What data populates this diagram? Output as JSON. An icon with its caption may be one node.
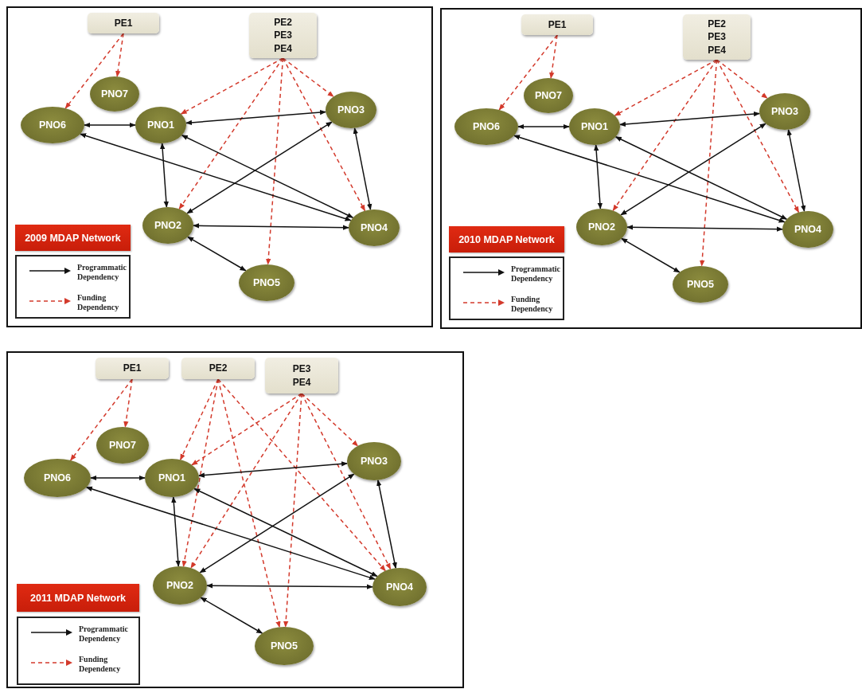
{
  "diagram": {
    "nodes": [
      {
        "text": [],
        "shape": "box"
      },
      {
        "text": [
          "PE1"
        ],
        "in": 0
      },
      {
        "text": [
          "PE2 PE3 PE4"
        ],
        "in": 0
      },
      {
        "text": [
          "PNO7"
        ],
        "in": 0
      },
      {
        "text": [
          "PNO6"
        ],
        "in": 0
      },
      {
        "text": [
          "PNO1"
        ],
        "in": 0
      },
      {
        "text": [
          "PNO3"
        ],
        "in": 0
      },
      {
        "text": [
          "PNO2"
        ],
        "in": 0
      },
      {
        "text": [
          "PNO4"
        ],
        "in": 0
      },
      {
        "text": [
          "2009 MDAP Network"
        ],
        "in": 0
      },
      {
        "text": [
          "PNO5"
        ],
        "in": 0
      },
      {
        "text": [],
        "shape": "box"
      },
      {
        "text": [
          "PE1"
        ],
        "in": 11
      },
      {
        "text": [
          "PE2 PE3 PE4"
        ],
        "in": 11
      },
      {
        "text": [
          "PNO7"
        ],
        "in": 11
      },
      {
        "text": [
          "PNO6"
        ],
        "in": 11
      },
      {
        "text": [
          "PNO1"
        ],
        "in": 11
      },
      {
        "text": [
          "PNO3"
        ],
        "in": 11
      },
      {
        "text": [
          "PNO2"
        ],
        "in": 11
      },
      {
        "text": [
          "PNO4"
        ],
        "in": 11
      },
      {
        "text": [
          "2010 MDAP Network"
        ],
        "in": 11
      },
      {
        "text": [
          "PNO5"
        ],
        "in": 11
      },
      {
        "text": [],
        "shape": "box"
      },
      {
        "text": [
          "PE1"
        ],
        "in": 22
      },
      {
        "text": [
          "PE2"
        ],
        "in": 22
      },
      {
        "text": [
          "PE3 PE4"
        ],
        "in": 22
      },
      {
        "text": [
          "PNO7"
        ],
        "in": 22
      },
      {
        "text": [
          "PNO6"
        ],
        "in": 22
      },
      {
        "text": [
          "PNO1"
        ],
        "in": 22
      },
      {
        "text": [
          "PNO3"
        ],
        "in": 22
      },
      {
        "text": [
          "PNO2"
        ],
        "in": 22
      },
      {
        "text": [
          "PNO4"
        ],
        "in": 22
      },
      {
        "text": [
          "2011 MDAP Network"
        ],
        "in": 22
      },
      {
        "text": [
          "PNO5"
        ],
        "in": 22
      }
    ],
    "edges": [
      {
        "from": 1,
        "to": 4,
        "arrow": "to",
        "style": "dashed",
        "color": "#d33a2c"
      },
      {
        "from": 1,
        "to": 3,
        "arrow": "to",
        "style": "dashed",
        "color": "#d33a2c"
      },
      {
        "from": 2,
        "to": 5,
        "arrow": "to",
        "style": "dashed",
        "color": "#d33a2c"
      },
      {
        "from": 2,
        "to": 6,
        "arrow": "to",
        "style": "dashed",
        "color": "#d33a2c"
      },
      {
        "from": 2,
        "to": 7,
        "arrow": "to",
        "style": "dashed",
        "color": "#d33a2c"
      },
      {
        "from": 2,
        "to": 10,
        "arrow": "to",
        "style": "dashed",
        "color": "#d33a2c"
      },
      {
        "from": 2,
        "to": 8,
        "arrow": "to",
        "style": "dashed",
        "color": "#d33a2c"
      },
      {
        "from": 4,
        "to": 5,
        "arrow": "both"
      },
      {
        "from": 5,
        "to": 6,
        "arrow": "both"
      },
      {
        "from": 4,
        "to": 8,
        "arrow": "both"
      },
      {
        "from": 5,
        "to": 8,
        "arrow": "both"
      },
      {
        "from": 5,
        "to": 7,
        "arrow": "both"
      },
      {
        "from": 7,
        "to": 6,
        "arrow": "both"
      },
      {
        "from": 6,
        "to": 8,
        "arrow": "both"
      },
      {
        "from": 7,
        "to": 8,
        "arrow": "both"
      },
      {
        "from": 7,
        "to": 10,
        "arrow": "both"
      },
      {
        "from": 12,
        "to": 15,
        "arrow": "to",
        "style": "dashed",
        "color": "#d33a2c"
      },
      {
        "from": 12,
        "to": 14,
        "arrow": "to",
        "style": "dashed",
        "color": "#d33a2c"
      },
      {
        "from": 13,
        "to": 16,
        "arrow": "to",
        "style": "dashed",
        "color": "#d33a2c"
      },
      {
        "from": 13,
        "to": 17,
        "arrow": "to",
        "style": "dashed",
        "color": "#d33a2c"
      },
      {
        "from": 13,
        "to": 18,
        "arrow": "to",
        "style": "dashed",
        "color": "#d33a2c"
      },
      {
        "from": 13,
        "to": 21,
        "arrow": "to",
        "style": "dashed",
        "color": "#d33a2c"
      },
      {
        "from": 13,
        "to": 19,
        "arrow": "to",
        "style": "dashed",
        "color": "#d33a2c"
      },
      {
        "from": 15,
        "to": 16,
        "arrow": "both"
      },
      {
        "from": 16,
        "to": 17,
        "arrow": "both"
      },
      {
        "from": 15,
        "to": 19,
        "arrow": "both"
      },
      {
        "from": 16,
        "to": 19,
        "arrow": "both"
      },
      {
        "from": 16,
        "to": 18,
        "arrow": "both"
      },
      {
        "from": 18,
        "to": 17,
        "arrow": "both"
      },
      {
        "from": 17,
        "to": 19,
        "arrow": "both"
      },
      {
        "from": 18,
        "to": 19,
        "arrow": "both"
      },
      {
        "from": 18,
        "to": 21,
        "arrow": "both"
      },
      {
        "from": 23,
        "to": 27,
        "arrow": "to",
        "style": "dashed",
        "color": "#d33a2c"
      },
      {
        "from": 23,
        "to": 26,
        "arrow": "to",
        "style": "dashed",
        "color": "#d33a2c"
      },
      {
        "from": 24,
        "to": 28,
        "arrow": "to",
        "style": "dashed",
        "color": "#d33a2c"
      },
      {
        "from": 24,
        "to": 30,
        "arrow": "to",
        "style": "dashed",
        "color": "#d33a2c"
      },
      {
        "from": 24,
        "to": 33,
        "arrow": "to",
        "style": "dashed",
        "color": "#d33a2c"
      },
      {
        "from": 24,
        "to": 31,
        "arrow": "to",
        "style": "dashed",
        "color": "#d33a2c"
      },
      {
        "from": 25,
        "to": 28,
        "arrow": "to",
        "style": "dashed",
        "color": "#d33a2c"
      },
      {
        "from": 25,
        "to": 29,
        "arrow": "to",
        "style": "dashed",
        "color": "#d33a2c"
      },
      {
        "from": 25,
        "to": 30,
        "arrow": "to",
        "style": "dashed",
        "color": "#d33a2c"
      },
      {
        "from": 25,
        "to": 33,
        "arrow": "to",
        "style": "dashed",
        "color": "#d33a2c"
      },
      {
        "from": 25,
        "to": 31,
        "arrow": "to",
        "style": "dashed",
        "color": "#d33a2c"
      },
      {
        "from": 27,
        "to": 28,
        "arrow": "both"
      },
      {
        "from": 28,
        "to": 29,
        "arrow": "both"
      },
      {
        "from": 27,
        "to": 31,
        "arrow": "both"
      },
      {
        "from": 28,
        "to": 31,
        "arrow": "both"
      },
      {
        "from": 28,
        "to": 30,
        "arrow": "both"
      },
      {
        "from": 30,
        "to": 29,
        "arrow": "both"
      },
      {
        "from": 29,
        "to": 31,
        "arrow": "both"
      },
      {
        "from": 30,
        "to": 31,
        "arrow": "both"
      },
      {
        "from": 30,
        "to": 33,
        "arrow": "both"
      }
    ],
    "legend": [
      {
        "text": "Programmatic Dependency"
      },
      {
        "text": "Funding Dependency"
      },
      {
        "text": "Programmatic Dependency"
      },
      {
        "text": "Funding Dependency"
      },
      {
        "text": "Programmatic Dependency"
      },
      {
        "text": "Funding Dependency"
      }
    ]
  }
}
